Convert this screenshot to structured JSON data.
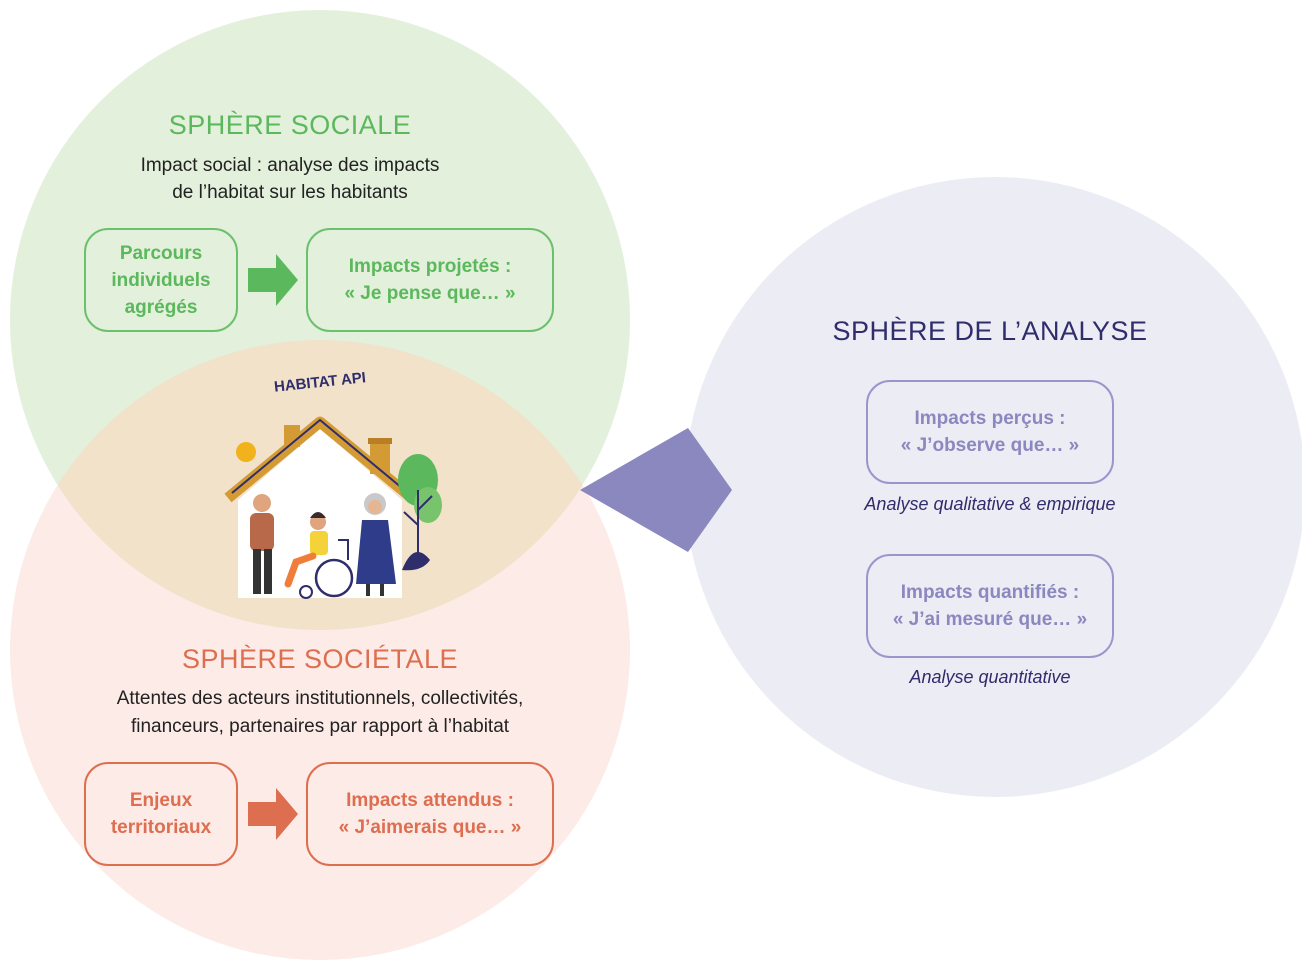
{
  "social": {
    "title": "SPHÈRE SOCIALE",
    "desc1": "Impact social : analyse des impacts",
    "desc2": "de l’habitat sur les habitants",
    "box_left": [
      "Parcours",
      "individuels",
      "agrégés"
    ],
    "box_right": [
      "Impacts projetés :",
      "« Je pense que… »"
    ]
  },
  "societal": {
    "title": "SPHÈRE SOCIÉTALE",
    "desc1": "Attentes des acteurs institutionnels, collectivités,",
    "desc2": "financeurs, partenaires par rapport à l’habitat",
    "box_left": [
      "Enjeux",
      "territoriaux"
    ],
    "box_right": [
      "Impacts attendus :",
      "« J’aimerais que… »"
    ]
  },
  "analyse": {
    "title": "SPHÈRE DE L’ANALYSE",
    "box1": [
      "Impacts perçus :",
      "« J’observe que… »"
    ],
    "caption1": "Analyse qualitative & empirique",
    "box2": [
      "Impacts quantifiés :",
      "« J’ai mesuré que… »"
    ],
    "caption2": "Analyse quantitative"
  },
  "center": {
    "logo_text": "HABITAT API"
  },
  "colors": {
    "social_fill": "#e2f0dc",
    "societal_fill": "#fcebe6",
    "overlap_fill": "#f1e2c9",
    "analyse_fill": "#ececf5",
    "green_accent": "#5cb85c",
    "red_accent": "#de6e50",
    "violet_accent": "#8b87bf",
    "navy": "#2f2d6b"
  }
}
